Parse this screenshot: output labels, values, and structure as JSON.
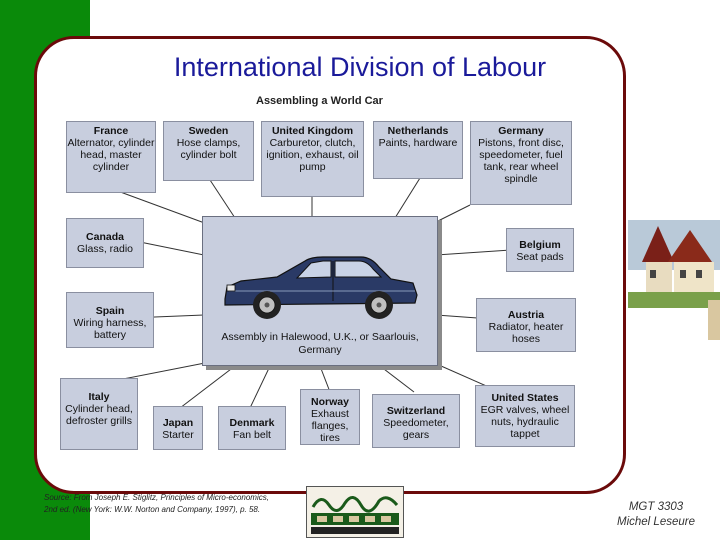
{
  "slide": {
    "title": "International Division of Labour",
    "source": "Source: From Joseph E. Stiglitz, Principles of Micro-economics, 2nd ed. (New York: W.W. Norton and Company, 1997), p. 58.",
    "course_code": "MGT 3303",
    "author": "Michel Leseure"
  },
  "diagram": {
    "title": "Assembling a World Car",
    "center_label": "Assembly in Halewood, U.K., or Saarlouis, Germany",
    "suppliers": [
      {
        "country": "France",
        "parts": "Alternator, cylinder head, master cylinder"
      },
      {
        "country": "Sweden",
        "parts": "Hose clamps, cylinder bolt"
      },
      {
        "country": "United Kingdom",
        "parts": "Carburetor, clutch, ignition, exhaust, oil pump"
      },
      {
        "country": "Netherlands",
        "parts": "Paints, hardware"
      },
      {
        "country": "Germany",
        "parts": "Pistons, front disc, speedometer, fuel tank, rear wheel spindle"
      },
      {
        "country": "Canada",
        "parts": "Glass, radio"
      },
      {
        "country": "Belgium",
        "parts": "Seat pads"
      },
      {
        "country": "Spain",
        "parts": "Wiring harness, battery"
      },
      {
        "country": "Austria",
        "parts": "Radiator, heater hoses"
      },
      {
        "country": "Italy",
        "parts": "Cylinder head, defroster grills"
      },
      {
        "country": "Japan",
        "parts": "Starter"
      },
      {
        "country": "Denmark",
        "parts": "Fan belt"
      },
      {
        "country": "Norway",
        "parts": "Exhaust flanges, tires"
      },
      {
        "country": "Switzerland",
        "parts": "Speedometer, gears"
      },
      {
        "country": "United States",
        "parts": "EGR valves, wheel nuts, hydraulic tappet"
      }
    ]
  },
  "colors": {
    "green_bar": "#0a8a0a",
    "frame_border": "#6b0a0a",
    "title": "#1a1a9a",
    "box_fill": "#c8cede",
    "car_body": "#2a3a66"
  }
}
